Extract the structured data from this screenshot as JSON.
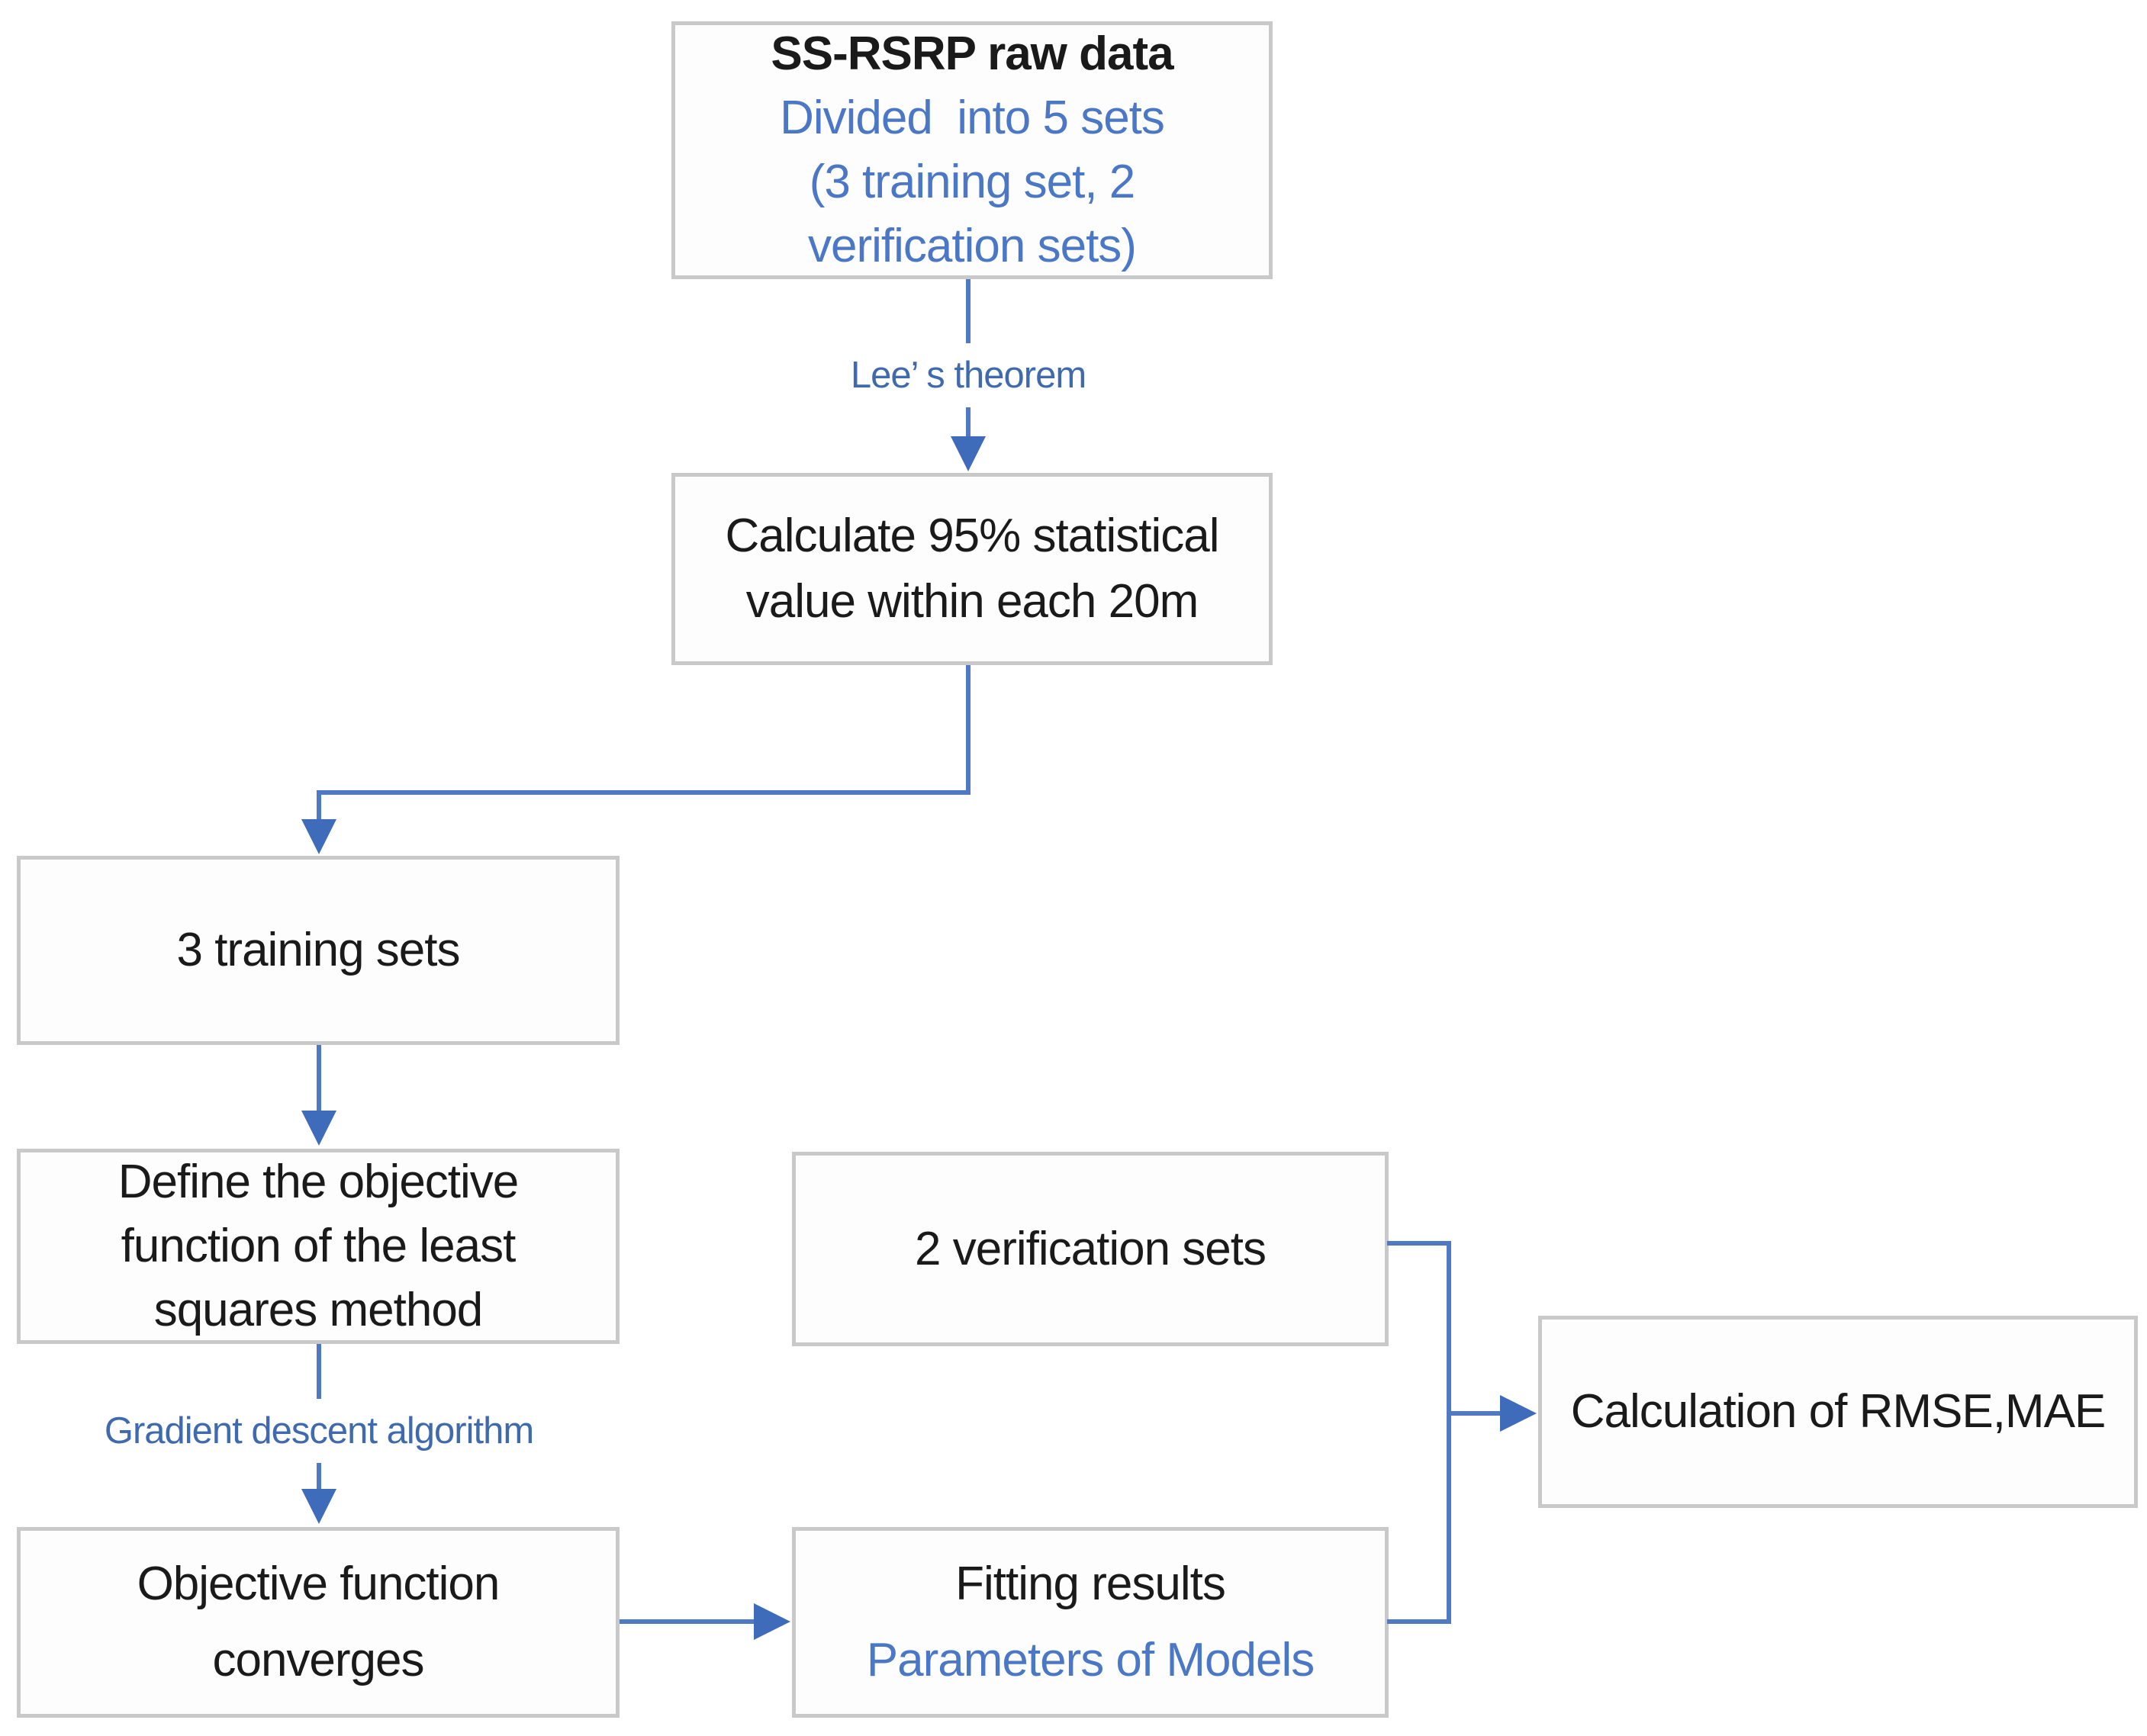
{
  "colors": {
    "connector": "#4f79c5",
    "arrowhead": "#3e6cba",
    "box_border": "#c9c9c9",
    "box_background": "#fdfdfd",
    "text_black": "#1a1a1a",
    "text_blue": "#4a77c6",
    "edge_label_blue": "#3f6aad",
    "background": "#ffffff"
  },
  "nodes": {
    "raw_data": {
      "title": "SS-RSRP raw data",
      "line1": "Divided  into 5 sets",
      "line2": "(3 training set, 2",
      "line3": "verification sets)"
    },
    "calc_stat": {
      "line1": "Calculate 95% statistical",
      "line2": "value within each 20m"
    },
    "training_sets": {
      "label": "3 training sets"
    },
    "define_objective": {
      "line1": "Define the objective",
      "line2": "function of the least",
      "line3": "squares method"
    },
    "objective_converges": {
      "line1": "Objective function",
      "line2": "converges"
    },
    "verification_sets": {
      "label": "2 verification sets"
    },
    "fitting_results": {
      "line1": "Fitting results",
      "line2": "Parameters of Models"
    },
    "rmse_mae": {
      "label": "Calculation of RMSE,MAE"
    }
  },
  "edge_labels": {
    "lees_theorem": "Lee’ s theorem",
    "gradient_descent": "Gradient descent algorithm"
  }
}
